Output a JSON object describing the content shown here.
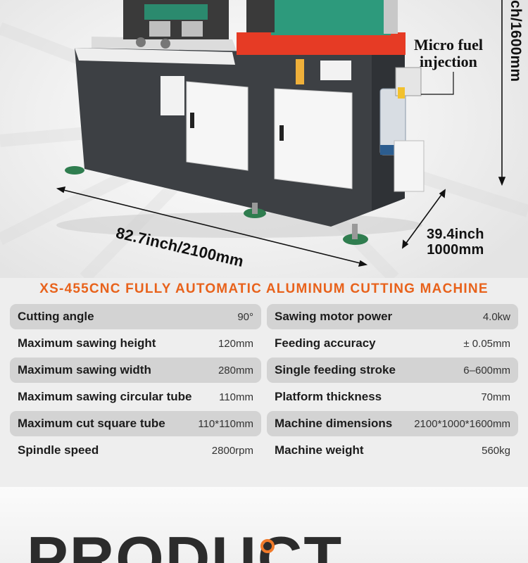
{
  "annotations": {
    "width_label": "82.7inch/2100mm",
    "depth_label_line1": "39.4inch",
    "depth_label_line2": "1000mm",
    "height_label": "ch/1600mm",
    "callout_line1": "Micro fuel",
    "callout_line2": "injection"
  },
  "specs": {
    "title": "XS-455CNC FULLY AUTOMATIC ALUMINUM CUTTING MACHINE",
    "rows": [
      {
        "left_label": "Cutting angle",
        "left_value": "90°",
        "right_label": "Sawing motor power",
        "right_value": "4.0kw"
      },
      {
        "left_label": "Maximum sawing height",
        "left_value": "120mm",
        "right_label": "Feeding accuracy",
        "right_value": "± 0.05mm"
      },
      {
        "left_label": "Maximum sawing width",
        "left_value": "280mm",
        "right_label": "Single feeding stroke",
        "right_value": "6–600mm"
      },
      {
        "left_label": "Maximum sawing circular tube",
        "left_value": "110mm",
        "right_label": "Platform thickness",
        "right_value": "70mm"
      },
      {
        "left_label": "Maximum cut square tube",
        "left_value": "110*110mm",
        "right_label": "Machine dimensions",
        "right_value": "2100*1000*1600mm"
      },
      {
        "left_label": "Spindle speed",
        "left_value": "2800rpm",
        "right_label": "Machine weight",
        "right_value": "560kg"
      }
    ]
  },
  "banner": {
    "heading": "PRODUCT"
  },
  "colors": {
    "accent": "#e8621b",
    "machine_body": "#3d4044",
    "machine_top_red": "#e63b25",
    "machine_guard_green": "#2d9a7c",
    "stripe": "#d3d3d3"
  }
}
